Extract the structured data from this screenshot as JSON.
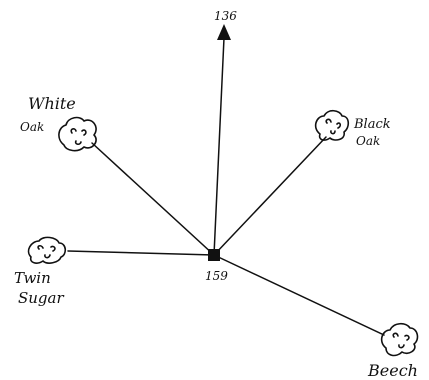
{
  "diagram": {
    "center_label": "159",
    "north_label": "136",
    "trees": [
      {
        "id": "white-oak",
        "line1": "White",
        "line2": "Oak"
      },
      {
        "id": "black-oak",
        "line1": "Black",
        "line2": "Oak"
      },
      {
        "id": "twin-sugar",
        "line1": "Twin",
        "line2": "Sugar"
      },
      {
        "id": "beech",
        "line1": "Beech"
      }
    ]
  }
}
